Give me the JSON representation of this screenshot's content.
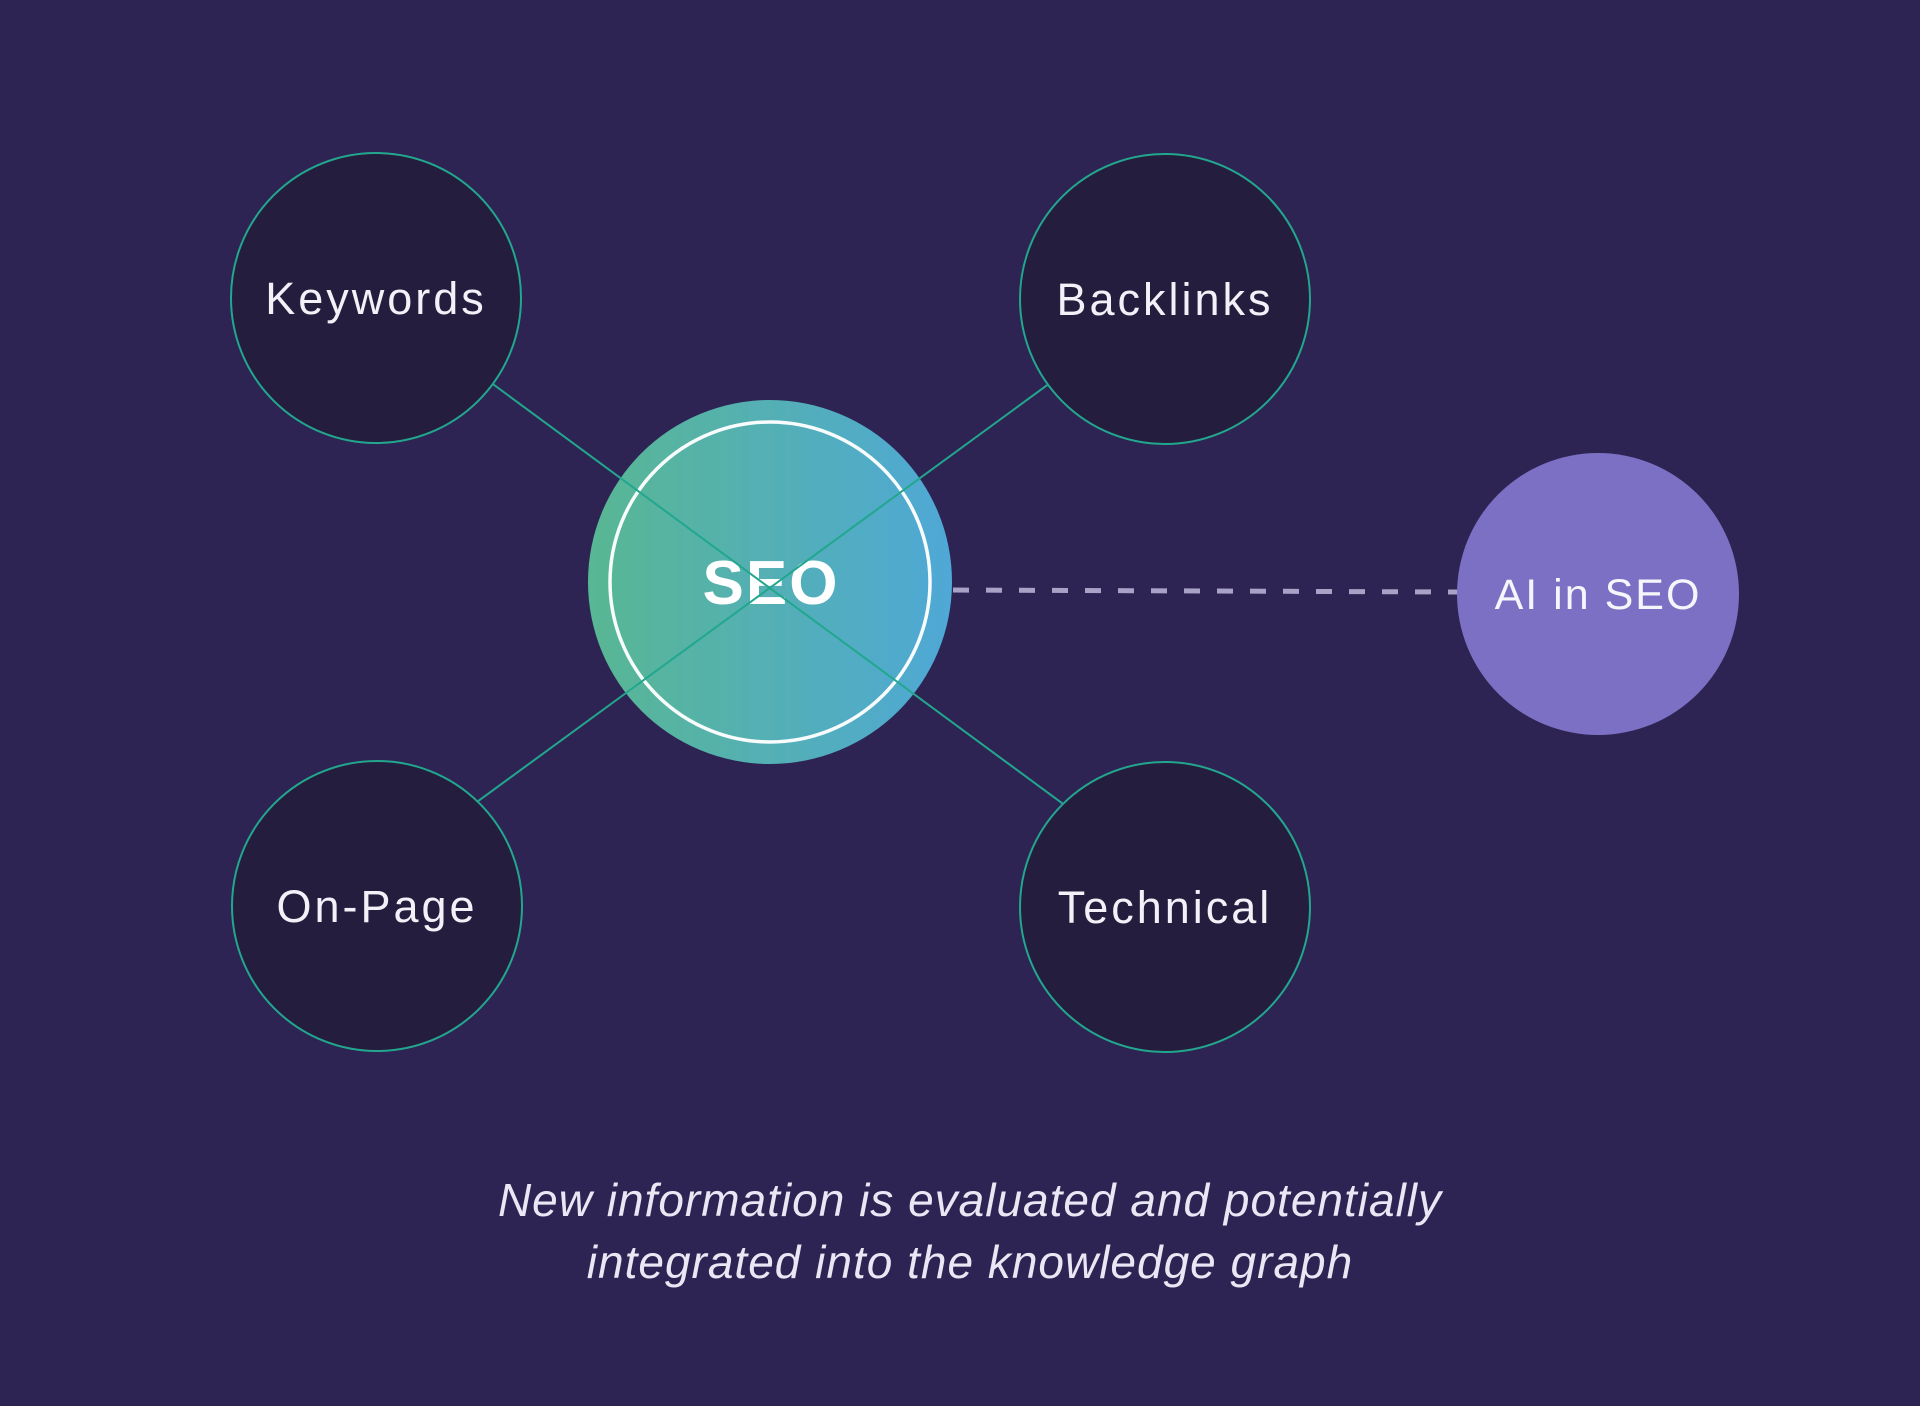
{
  "diagram": {
    "title_node": {
      "label": "SEO"
    },
    "nodes": [
      {
        "id": "keywords",
        "label": "Keywords"
      },
      {
        "id": "backlinks",
        "label": "Backlinks"
      },
      {
        "id": "on-page",
        "label": "On-Page"
      },
      {
        "id": "technical",
        "label": "Technical"
      }
    ],
    "ai_node": {
      "label": "AI in SEO"
    },
    "caption": {
      "line1": "New information is evaluated and potentially",
      "line2": "integrated into the knowledge graph"
    },
    "colors": {
      "background": "#2d2453",
      "satellite_fill": "#251d3e",
      "connector_teal": "#22a78e",
      "center_gradient_start": "#58b793",
      "center_gradient_end": "#4fa8d6",
      "center_ring": "#ffffff",
      "ai_fill": "#7b70c4",
      "dashed_connector": "#a8a2c6",
      "label_text": "#f2f1f8",
      "caption_text": "#eae7f4"
    }
  }
}
